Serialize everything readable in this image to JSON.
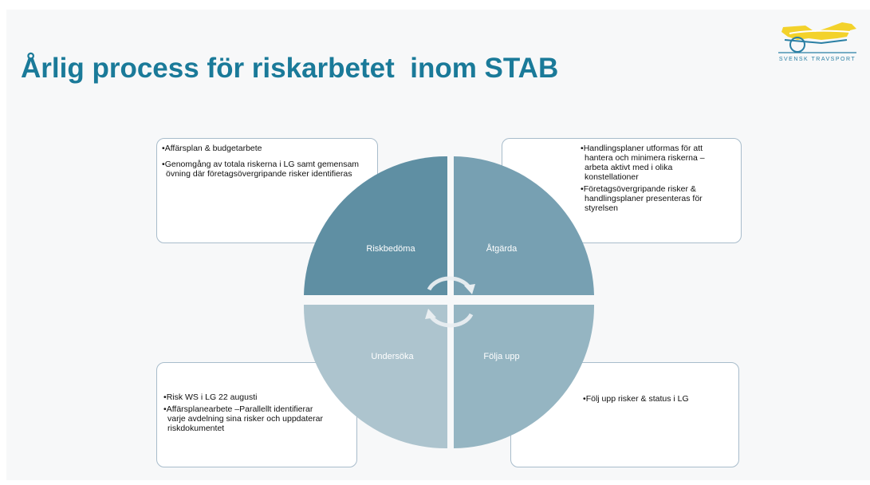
{
  "slide": {
    "title": "Årlig process för riskarbetet  inom STAB",
    "logo": {
      "text": "SVENSK TRAVSPORT",
      "icon": "horse-sulky-logo"
    }
  },
  "diagram": {
    "quadrants": [
      {
        "label": "Riskbedöma",
        "color": "#5f8fa3"
      },
      {
        "label": "Åtgärda",
        "color": "#77a0b2"
      },
      {
        "label": "Undersöka",
        "color": "#adc4ce"
      },
      {
        "label": "Följa upp",
        "color": "#95b5c2"
      }
    ],
    "center_icon": "circular-arrows-icon"
  },
  "boxes": {
    "top_left": {
      "items": [
        "Affärsplan & budgetarbete",
        "Genomgång av totala riskerna i LG samt gemensam övning där företagsövergripande risker identifieras"
      ]
    },
    "top_right": {
      "items": [
        "Handlingsplaner utformas för att hantera och minimera riskerna   – arbeta aktivt med i olika konstellationer",
        "Företagsövergripande risker & handlingsplaner presenteras för styrelsen"
      ]
    },
    "bottom_left": {
      "items": [
        "Risk WS i LG  22 augusti",
        "Affärsplanearbete  –Parallellt identifierar varje avdelning sina risker och uppdaterar riskdokumentet"
      ]
    },
    "bottom_right": {
      "items": [
        "Följ upp risker & status i LG"
      ]
    }
  }
}
